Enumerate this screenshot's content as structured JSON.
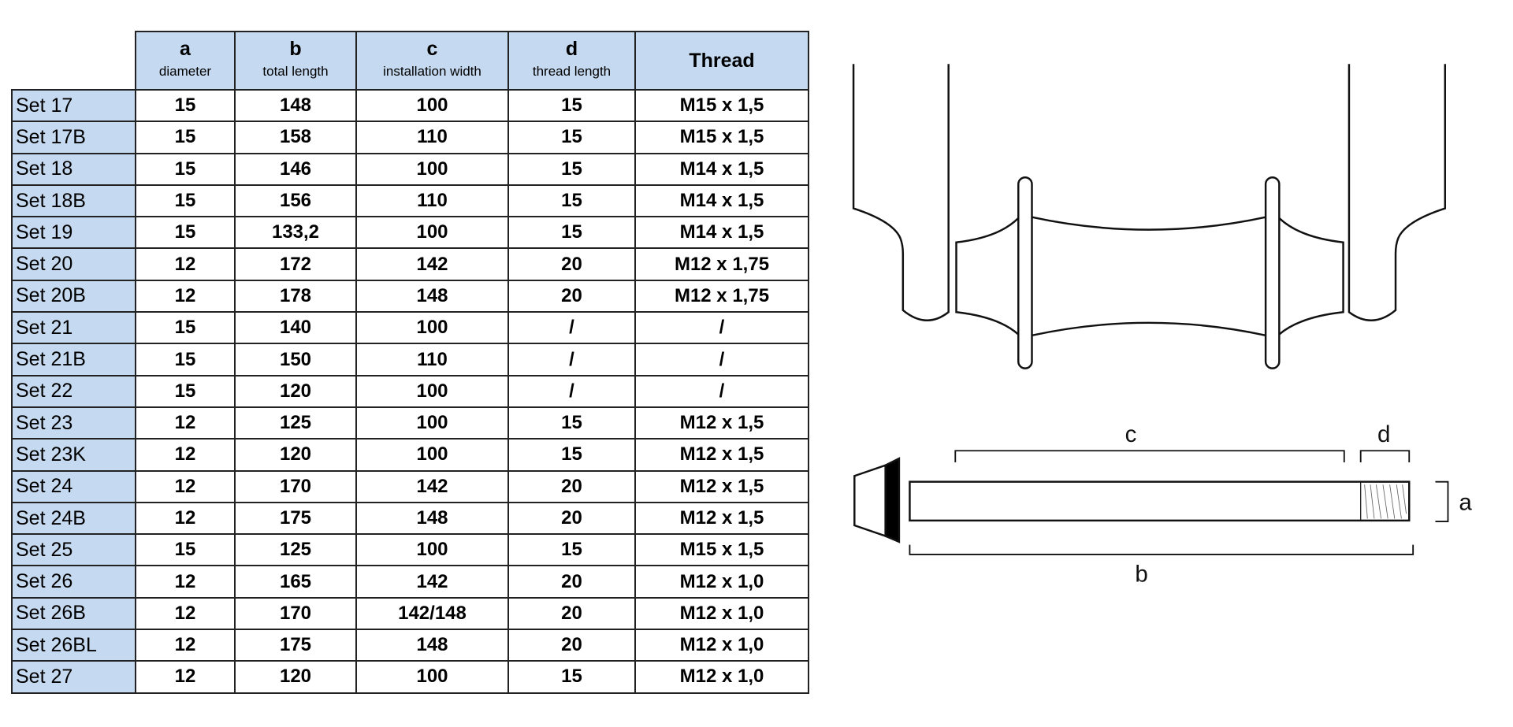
{
  "columns": [
    {
      "letter": "a",
      "label": "diameter"
    },
    {
      "letter": "b",
      "label": "total length"
    },
    {
      "letter": "c",
      "label": "installation width"
    },
    {
      "letter": "d",
      "label": "thread length"
    },
    {
      "letter": "",
      "label": "Thread"
    }
  ],
  "rows": [
    [
      "Set 17",
      "15",
      "148",
      "100",
      "15",
      "M15 x 1,5"
    ],
    [
      "Set 17B",
      "15",
      "158",
      "110",
      "15",
      "M15 x 1,5"
    ],
    [
      "Set 18",
      "15",
      "146",
      "100",
      "15",
      "M14 x 1,5"
    ],
    [
      "Set 18B",
      "15",
      "156",
      "110",
      "15",
      "M14 x 1,5"
    ],
    [
      "Set 19",
      "15",
      "133,2",
      "100",
      "15",
      "M14 x 1,5"
    ],
    [
      "Set 20",
      "12",
      "172",
      "142",
      "20",
      "M12 x 1,75"
    ],
    [
      "Set 20B",
      "12",
      "178",
      "148",
      "20",
      "M12 x 1,75"
    ],
    [
      "Set 21",
      "15",
      "140",
      "100",
      "/",
      "/"
    ],
    [
      "Set 21B",
      "15",
      "150",
      "110",
      "/",
      "/"
    ],
    [
      "Set 22",
      "15",
      "120",
      "100",
      "/",
      "/"
    ],
    [
      "Set 23",
      "12",
      "125",
      "100",
      "15",
      "M12 x 1,5"
    ],
    [
      "Set 23K",
      "12",
      "120",
      "100",
      "15",
      "M12 x 1,5"
    ],
    [
      "Set 24",
      "12",
      "170",
      "142",
      "20",
      "M12 x 1,5"
    ],
    [
      "Set 24B",
      "12",
      "175",
      "148",
      "20",
      "M12 x 1,5"
    ],
    [
      "Set 25",
      "15",
      "125",
      "100",
      "15",
      "M15 x 1,5"
    ],
    [
      "Set 26",
      "12",
      "165",
      "142",
      "20",
      "M12 x 1,0"
    ],
    [
      "Set 26B",
      "12",
      "170",
      "142/148",
      "20",
      "M12 x 1,0"
    ],
    [
      "Set 26BL",
      "12",
      "175",
      "148",
      "20",
      "M12 x 1,0"
    ],
    [
      "Set 27",
      "12",
      "120",
      "100",
      "15",
      "M12 x 1,0"
    ]
  ],
  "diagram": {
    "label_a": "a",
    "label_b": "b",
    "label_c": "c",
    "label_d": "d"
  }
}
